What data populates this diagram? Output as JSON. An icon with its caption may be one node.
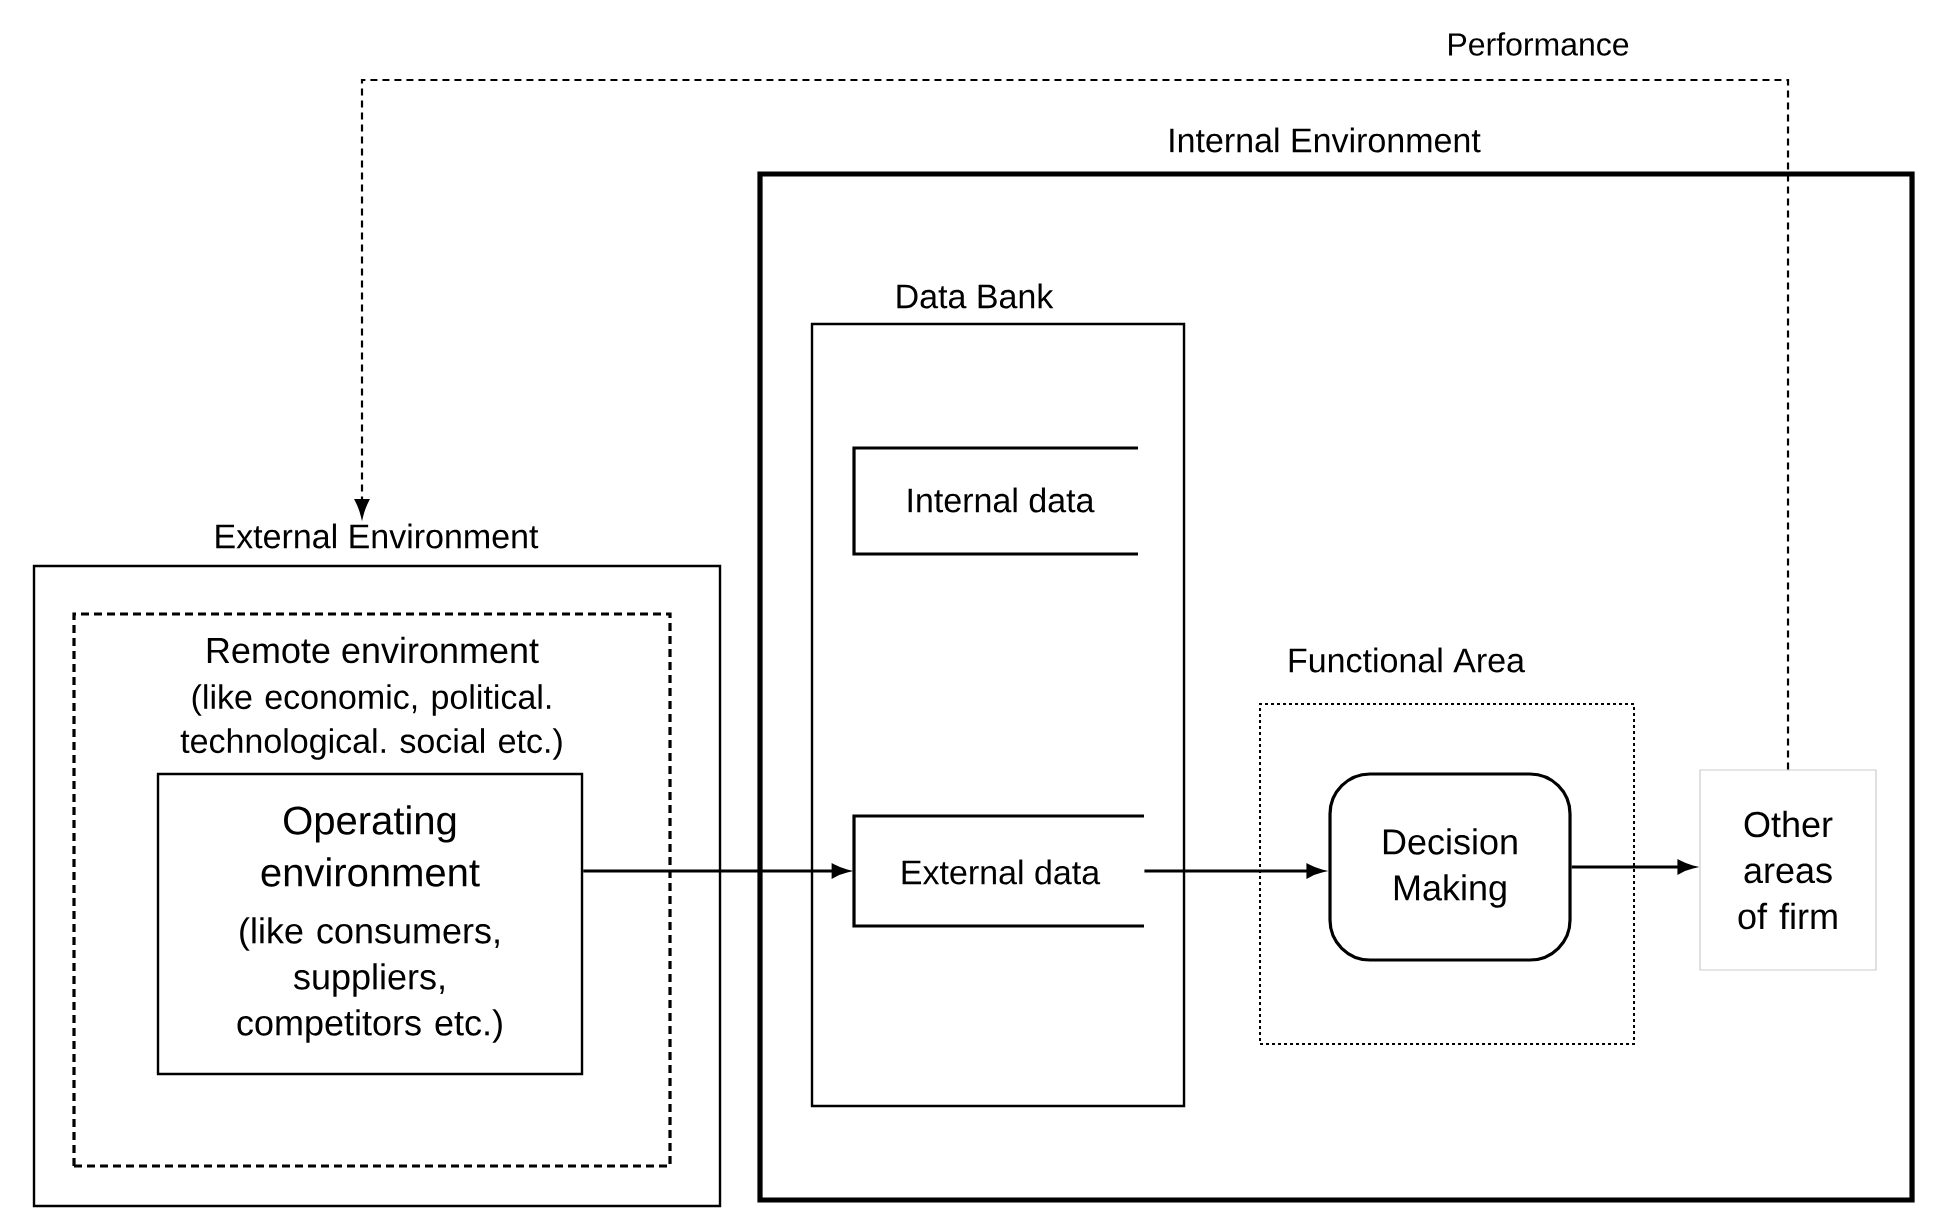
{
  "diagram": {
    "nodes": [
      {
        "text": [
          "External Environment"
        ]
      },
      {
        "text": [
          "Remote environment",
          "(like economic, political. technological. social etc.)"
        ],
        "in": 0
      },
      {
        "text": [
          "Operating environment",
          "(like consumers, suppliers, competitors etc.)"
        ],
        "in": 1
      },
      {
        "text": [
          "Internal Environment"
        ]
      },
      {
        "text": [
          "Data Bank"
        ],
        "in": 3
      },
      {
        "text": [
          "Internal data"
        ],
        "in": 4
      },
      {
        "text": [
          "External data"
        ],
        "in": 4
      },
      {
        "text": [
          "Functional Area"
        ],
        "in": 3
      },
      {
        "text": [
          "Decision Making"
        ],
        "in": 7
      },
      {
        "text": [
          "Other areas of firm"
        ],
        "in": 3
      }
    ],
    "edges": [
      {
        "from": 2,
        "to": 6,
        "arrow": "to"
      },
      {
        "from": 6,
        "to": 8,
        "arrow": "to"
      },
      {
        "from": 8,
        "to": 9,
        "arrow": "to"
      },
      {
        "from": 9,
        "to": 0,
        "arrow": "to",
        "label": "Performance",
        "style": "dashed"
      }
    ]
  }
}
